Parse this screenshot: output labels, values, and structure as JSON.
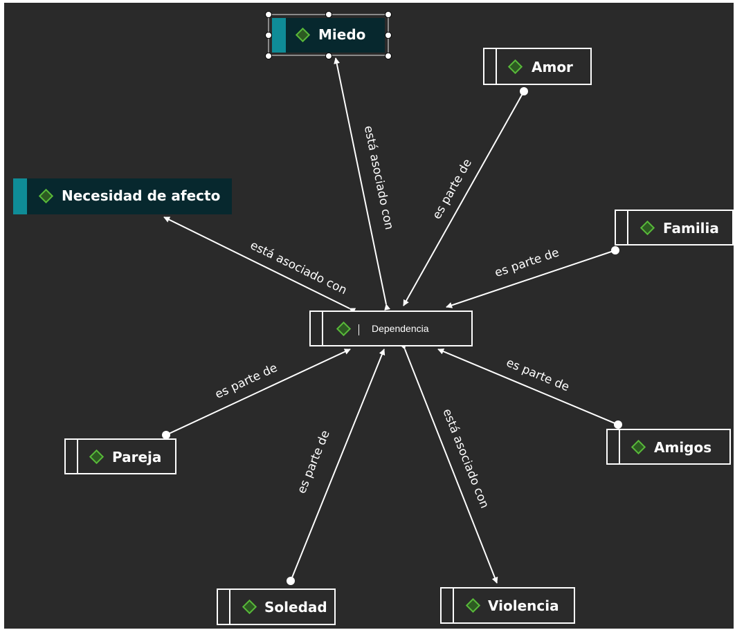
{
  "diagram": {
    "central": {
      "label": "Dependencia"
    },
    "nodes": {
      "miedo": "Miedo",
      "amor": "Amor",
      "necesidad": "Necesidad de afecto",
      "familia": "Familia",
      "pareja": "Pareja",
      "amigos": "Amigos",
      "soledad": "Soledad",
      "violencia": "Violencia"
    },
    "edges": [
      {
        "from": "Miedo",
        "to": "Dependencia",
        "label": "está asociado con"
      },
      {
        "from": "Amor",
        "to": "Dependencia",
        "label": "es parte de"
      },
      {
        "from": "Necesidad de afecto",
        "to": "Dependencia",
        "label": "está asociado con"
      },
      {
        "from": "Familia",
        "to": "Dependencia",
        "label": "es parte de"
      },
      {
        "from": "Pareja",
        "to": "Dependencia",
        "label": "es parte de"
      },
      {
        "from": "Amigos",
        "to": "Dependencia",
        "label": "es parte de"
      },
      {
        "from": "Soledad",
        "to": "Dependencia",
        "label": "es parte de"
      },
      {
        "from": "Dependencia",
        "to": "Violencia",
        "label": "está asociado con"
      }
    ],
    "colors": {
      "background": "#2a2a2a",
      "line": "#ffffff",
      "accent": "#0f8c97",
      "icon": "#58b83a"
    },
    "icon": "diamond-icon"
  }
}
